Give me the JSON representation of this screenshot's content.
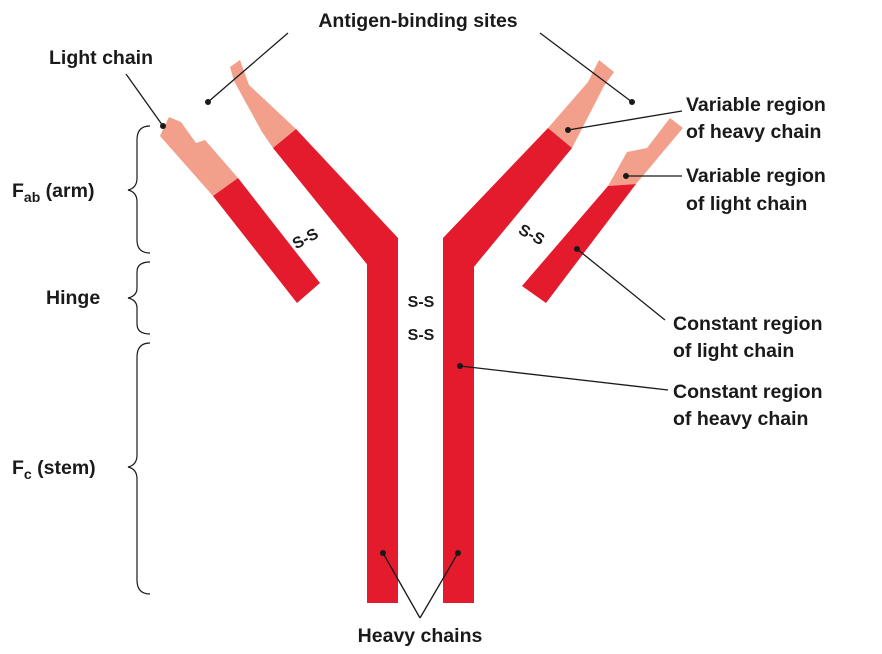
{
  "colors": {
    "constant_region": "#e31b2d",
    "variable_region": "#f2a08c",
    "text": "#1a1a1a",
    "background": "#ffffff"
  },
  "labels": {
    "antigen_binding_sites": "Antigen-binding sites",
    "light_chain": "Light chain",
    "variable_heavy_line1": "Variable region",
    "variable_heavy_line2": "of heavy chain",
    "variable_light_line1": "Variable region",
    "variable_light_line2": "of light chain",
    "constant_light_line1": "Constant region",
    "constant_light_line2": "of light chain",
    "constant_heavy_line1": "Constant region",
    "constant_heavy_line2": "of heavy chain",
    "heavy_chains": "Heavy chains",
    "fab_main": "F",
    "fab_sub": "ab",
    "fab_rest": " (arm)",
    "hinge": "Hinge",
    "fc_main": "F",
    "fc_sub": "c",
    "fc_rest": " (stem)"
  },
  "disulfide_bond": "S-S"
}
